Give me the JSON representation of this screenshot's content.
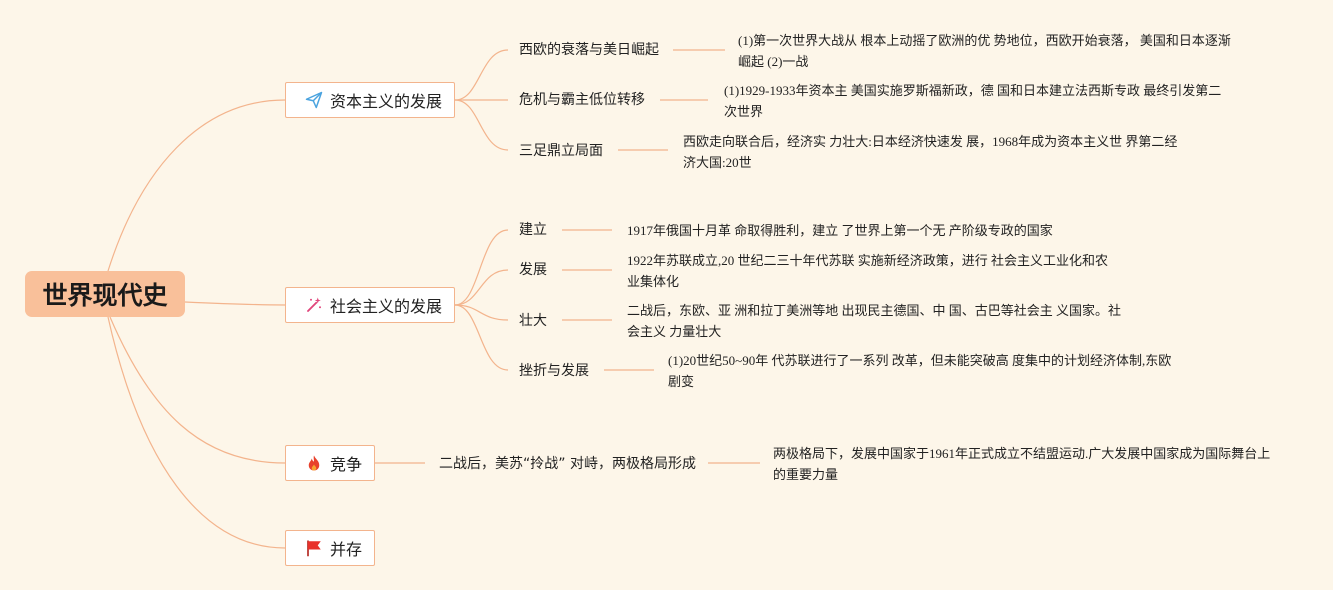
{
  "root": {
    "title": "世界现代史"
  },
  "branches": [
    {
      "label": "资本主义的发展",
      "icon": "paper-plane-icon",
      "children": [
        {
          "label": "西欧的衰落与美日崛起",
          "detail": "(1)第一次世界大战从 根本上动摇了欧洲的优 势地位，西欧开始衰落， 美国和日本逐渐崛起 (2)一战"
        },
        {
          "label": "危机与霸主低位转移",
          "detail": "(1)1929-1933年资本主 美国实施罗斯福新政，德 国和日本建立法西斯专政 最终引发第二次世界"
        },
        {
          "label": "三足鼎立局面",
          "detail": "西欧走向联合后，经济实 力壮大:日本经济快速发 展，1968年成为资本主义世 界第二经济大国:20世"
        }
      ]
    },
    {
      "label": "社会主义的发展",
      "icon": "magic-wand-icon",
      "children": [
        {
          "label": "建立",
          "detail": "1917年俄国十月革 命取得胜利，建立 了世界上第一个无 产阶级专政的国家"
        },
        {
          "label": "发展",
          "detail": "1922年苏联成立,20 世纪二三十年代苏联 实施新经济政策，进行 社会主义工业化和农 业集体化"
        },
        {
          "label": "壮大",
          "detail": "二战后，东欧、亚 洲和拉丁美洲等地 出现民主德国、中 国、古巴等社会主 义国家。社会主义 力量壮大"
        },
        {
          "label": "挫折与发展",
          "detail": "(1)20世纪50~90年 代苏联进行了一系列 改革，但未能突破高 度集中的计划经济体制,东欧剧变"
        }
      ]
    },
    {
      "label": "竞争",
      "icon": "fire-icon",
      "children": [
        {
          "label": "二战后，美苏“拎战” 对峙，两极格局形成",
          "detail": "两极格局下，发展中国家于1961年正式成立不结盟运动.广大发展中国家成为国际舞台上的重要力量"
        }
      ]
    },
    {
      "label": "并存",
      "icon": "flag-icon",
      "children": []
    }
  ],
  "colors": {
    "background": "#fdf6e9",
    "root_fill": "#f9c09a",
    "line": "#f3b48d",
    "paper_plane": "#4aa3df",
    "magic_wand": "#e0457b",
    "fire": "#e8412c",
    "flag": "#e8312a"
  }
}
